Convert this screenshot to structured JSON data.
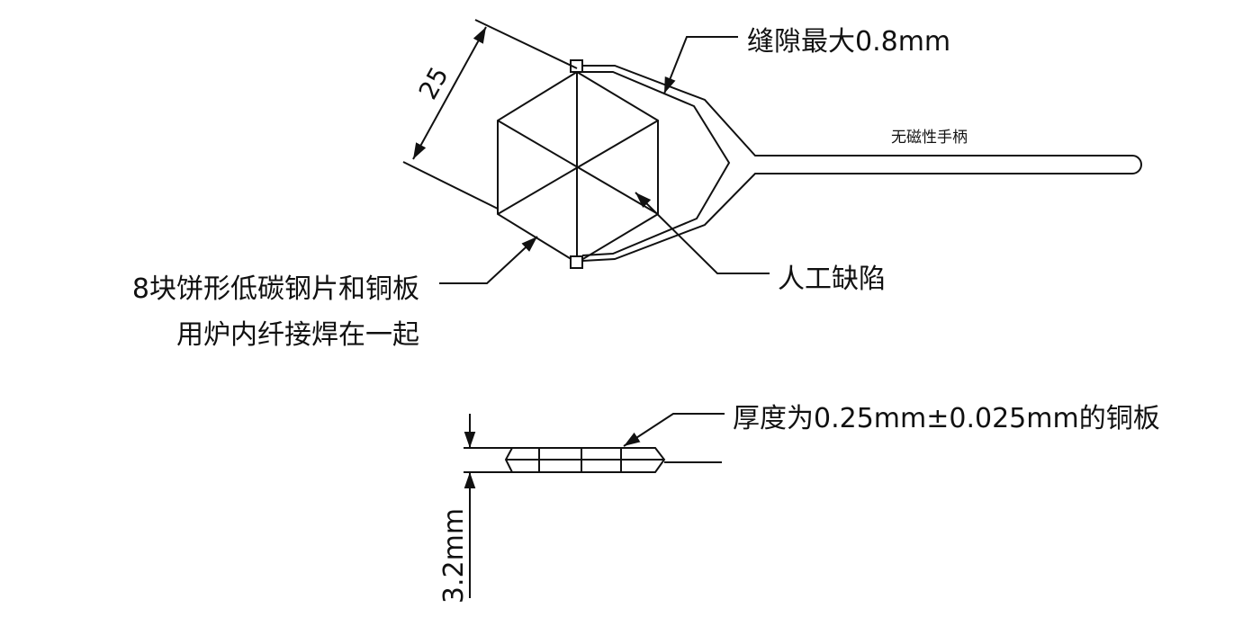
{
  "labels": {
    "dimension_width": "25",
    "gap_note": "缝隙最大0.8mm",
    "handle_note": "无磁性手柄",
    "defect_note": "人工缺陷",
    "plate_note_line1": "8块饼形低碳钢片和铜板",
    "plate_note_line2": "用炉内纤接焊在一起",
    "thickness_note": "厚度为0.25mm±0.025mm的铜板",
    "dimension_height": "3.2mm"
  },
  "colors": {
    "line": "#111111",
    "background": "#ffffff"
  }
}
